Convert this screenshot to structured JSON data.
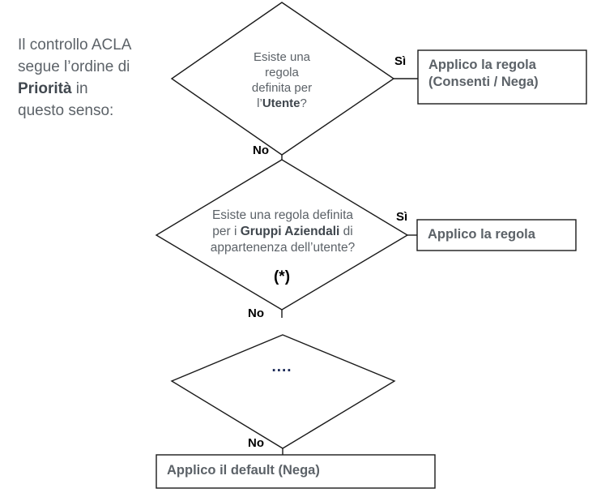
{
  "intro": {
    "line1": "Il controllo ACLA",
    "line2": "segue l’ordine di",
    "emphasis": "Priorità",
    "line3_tail": " in",
    "line4": "questo senso:"
  },
  "flow": {
    "decision1": {
      "text_line1": "Esiste una",
      "text_line2": "regola",
      "text_line3": "definita per",
      "text_line4_prefix": "l’",
      "text_line4_bold": "Utente",
      "text_line4_suffix": "?",
      "yes_label": "Sì",
      "no_label": "No"
    },
    "decision2": {
      "text_line1": "Esiste una regola definita",
      "text_line2_prefix": "per i ",
      "text_line2_bold": "Gruppi Aziendali",
      "text_line2_suffix": " di",
      "text_line3": "appartenenza dell’utente?",
      "footnote": "(*)",
      "yes_label": "Sì",
      "no_label": "No"
    },
    "decision3": {
      "text": "....",
      "no_label": "No"
    },
    "result1": {
      "line1": "Applico la regola",
      "line2": "(Consenti / Nega)"
    },
    "result2": {
      "line1": "Applico la regola"
    },
    "result3": {
      "line1": "Applico il default (Nega)"
    }
  },
  "colors": {
    "body_text": "#5c6268",
    "bold_text": "#3f464d",
    "label_text": "#000000",
    "stroke": "#1a1a1a",
    "dots": "#1b2a57",
    "background": "#ffffff"
  }
}
